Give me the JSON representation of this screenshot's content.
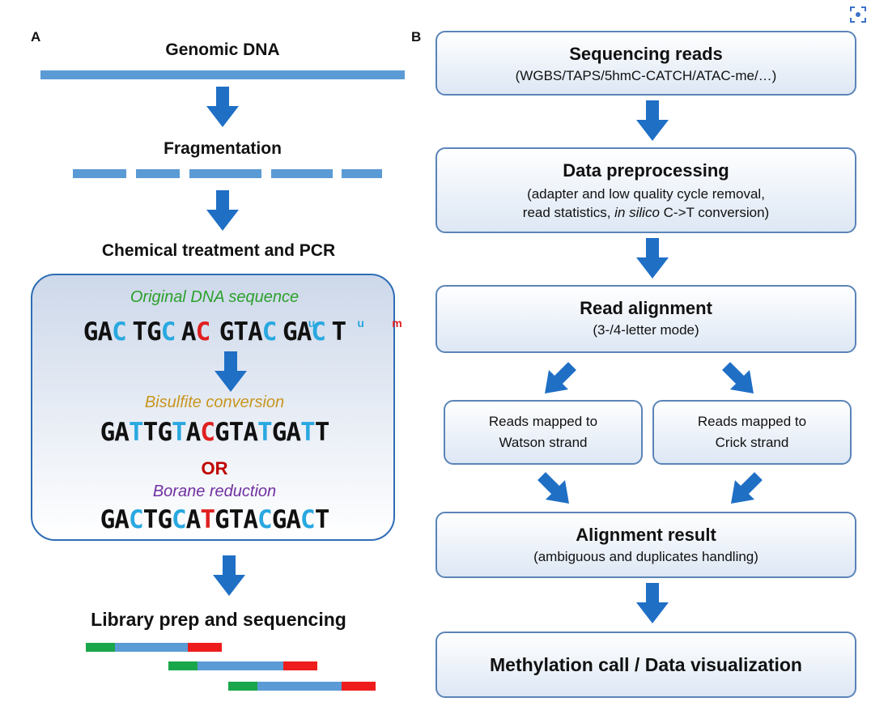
{
  "panel_a": {
    "letter": "A",
    "genomic_dna": "Genomic DNA",
    "fragmentation": "Fragmentation",
    "chemical_treatment": "Chemical treatment and PCR",
    "original_label": "Original DNA sequence",
    "original_sequence": "GACTGCACGTACGACT",
    "bisulfite_label": "Bisulfite conversion",
    "bisulfite_sequence": "GATTGTACGTATGATT",
    "or_text": "OR",
    "borane_label": "Borane reduction",
    "borane_sequence": "GACTGCATGTACGACT",
    "unmethylated_mark": "u",
    "methylated_mark": "m",
    "library_prep": "Library prep and sequencing"
  },
  "panel_b": {
    "letter": "B",
    "sequencing_reads": {
      "title": "Sequencing reads",
      "subtitle": "(WGBS/TAPS/5hmC-CATCH/ATAC-me/…)"
    },
    "data_preprocessing": {
      "title": "Data preprocessing",
      "line1": "(adapter and low quality cycle removal,",
      "line2_pre": "read statistics, ",
      "line2_italic": "in silico",
      "line2_post": " C->T conversion)"
    },
    "read_alignment": {
      "title": "Read alignment",
      "subtitle": "(3-/4-letter mode)"
    },
    "watson": {
      "line1": "Reads mapped to",
      "line2": "Watson strand"
    },
    "crick": {
      "line1": "Reads mapped to",
      "line2": "Crick strand"
    },
    "alignment_result": {
      "title": "Alignment result",
      "subtitle": "(ambiguous and duplicates handling)"
    },
    "methylation_call": {
      "title": "Methylation call / Data visualization"
    }
  },
  "colors": {
    "arrow": "#1f6fc5",
    "dna_bar": "#5b9bd5",
    "unmethylated_c": "#29a8e0",
    "methylated_c": "#e02020",
    "original_label": "#2ca02c",
    "bisulfite_label": "#c8961e",
    "borane_label": "#7030a0",
    "or_text": "#c00000",
    "adapter_green": "#1aa64a",
    "adapter_red": "#ee1c1c"
  },
  "icons": {
    "corner": "screenshot-scan-icon"
  }
}
